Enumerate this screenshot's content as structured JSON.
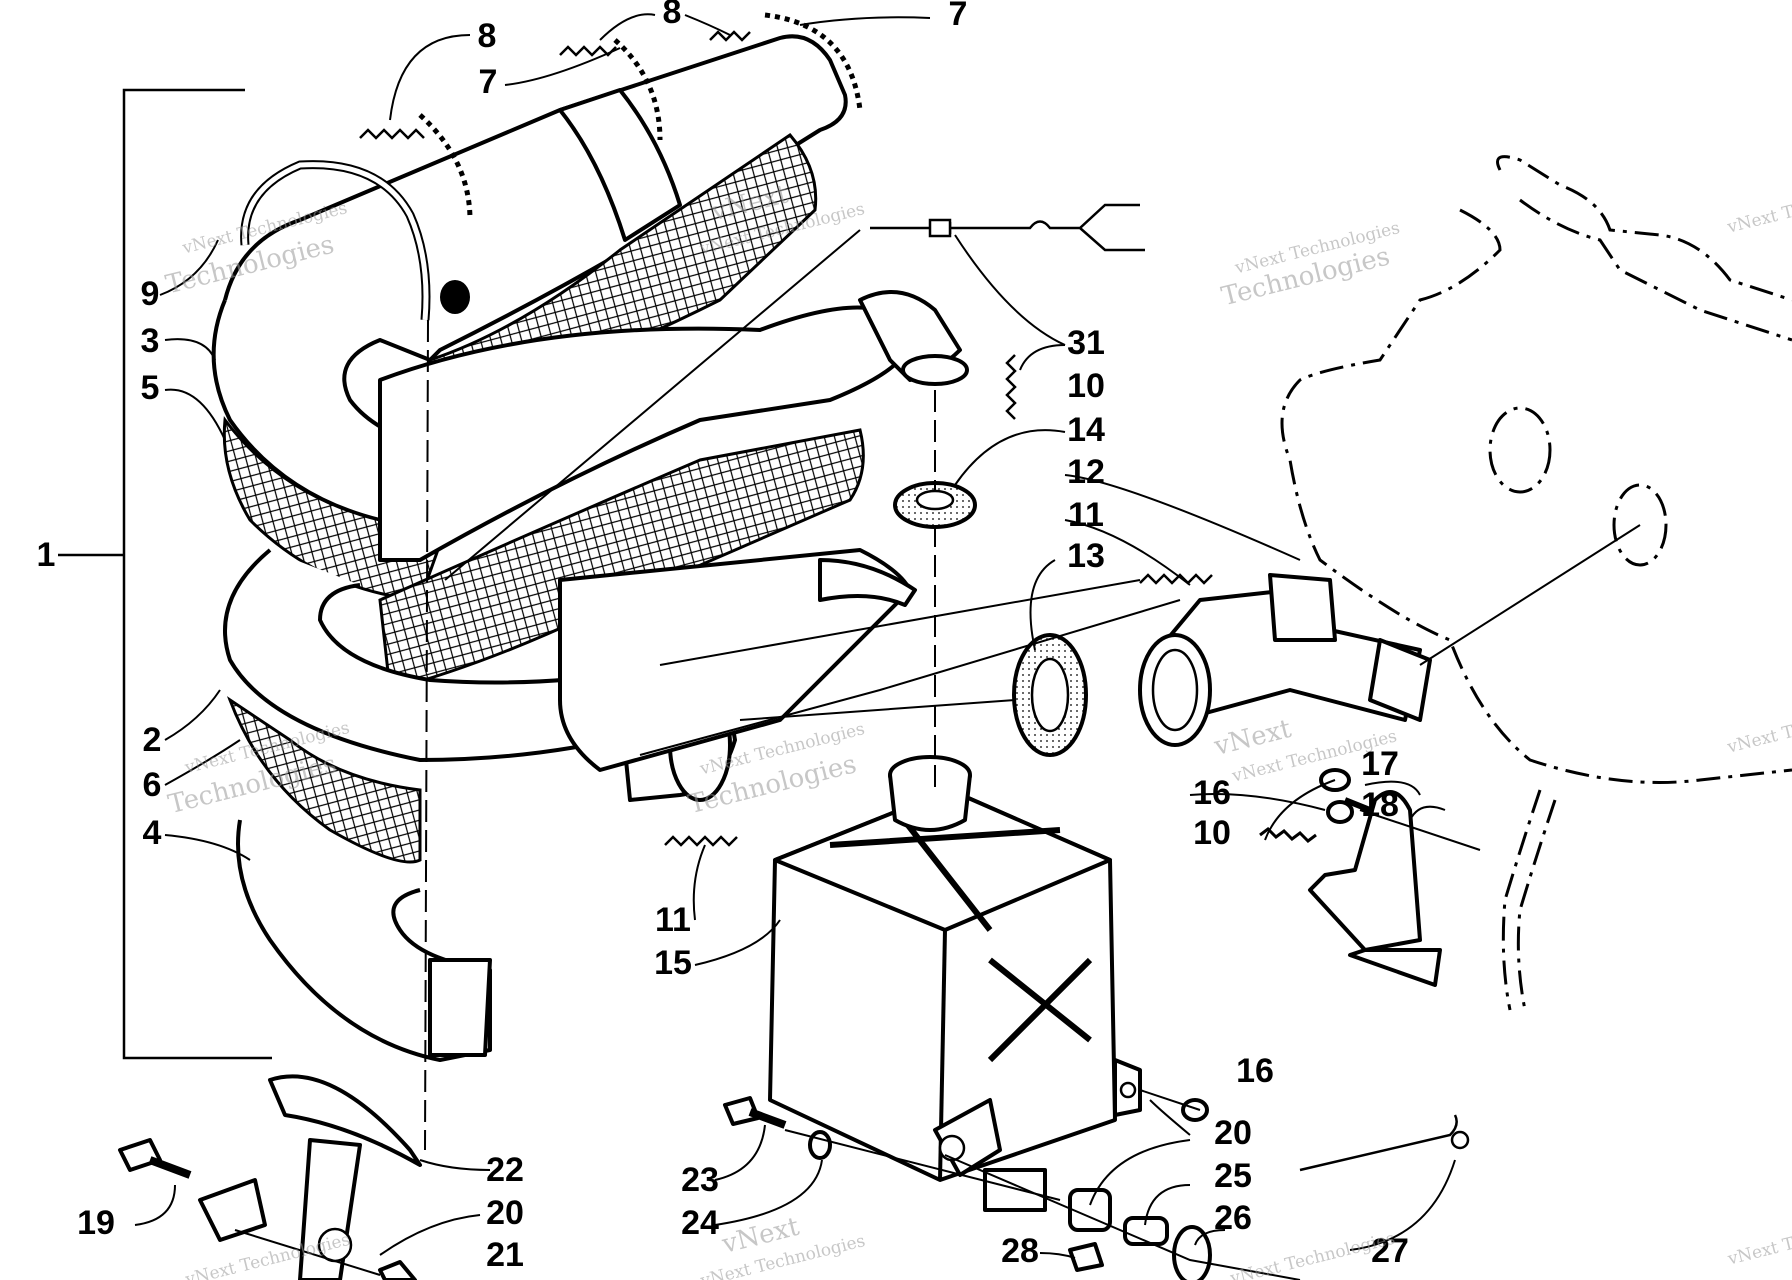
{
  "watermark": {
    "line1": "vNext Technologies",
    "line2a": "vNext",
    "line2b": "Technologies"
  },
  "callouts": [
    {
      "id": "c1",
      "text": "1"
    },
    {
      "id": "c2",
      "text": "2"
    },
    {
      "id": "c3",
      "text": "3"
    },
    {
      "id": "c4",
      "text": "4"
    },
    {
      "id": "c5",
      "text": "5"
    },
    {
      "id": "c6",
      "text": "6"
    },
    {
      "id": "c7a",
      "text": "7"
    },
    {
      "id": "c7b",
      "text": "7"
    },
    {
      "id": "c8a",
      "text": "8"
    },
    {
      "id": "c8b",
      "text": "8"
    },
    {
      "id": "c9",
      "text": "9"
    },
    {
      "id": "c10a",
      "text": "10"
    },
    {
      "id": "c10b",
      "text": "10"
    },
    {
      "id": "c11a",
      "text": "11"
    },
    {
      "id": "c11b",
      "text": "11"
    },
    {
      "id": "c12",
      "text": "12"
    },
    {
      "id": "c13",
      "text": "13"
    },
    {
      "id": "c14",
      "text": "14"
    },
    {
      "id": "c15",
      "text": "15"
    },
    {
      "id": "c16a",
      "text": "16"
    },
    {
      "id": "c16b",
      "text": "16"
    },
    {
      "id": "c17",
      "text": "17"
    },
    {
      "id": "c18",
      "text": "18"
    },
    {
      "id": "c19",
      "text": "19"
    },
    {
      "id": "c20a",
      "text": "20"
    },
    {
      "id": "c20b",
      "text": "20"
    },
    {
      "id": "c21",
      "text": "21"
    },
    {
      "id": "c22",
      "text": "22"
    },
    {
      "id": "c23",
      "text": "23"
    },
    {
      "id": "c24",
      "text": "24"
    },
    {
      "id": "c25",
      "text": "25"
    },
    {
      "id": "c26",
      "text": "26"
    },
    {
      "id": "c27",
      "text": "27"
    },
    {
      "id": "c28",
      "text": "28"
    },
    {
      "id": "c31",
      "text": "31"
    }
  ]
}
